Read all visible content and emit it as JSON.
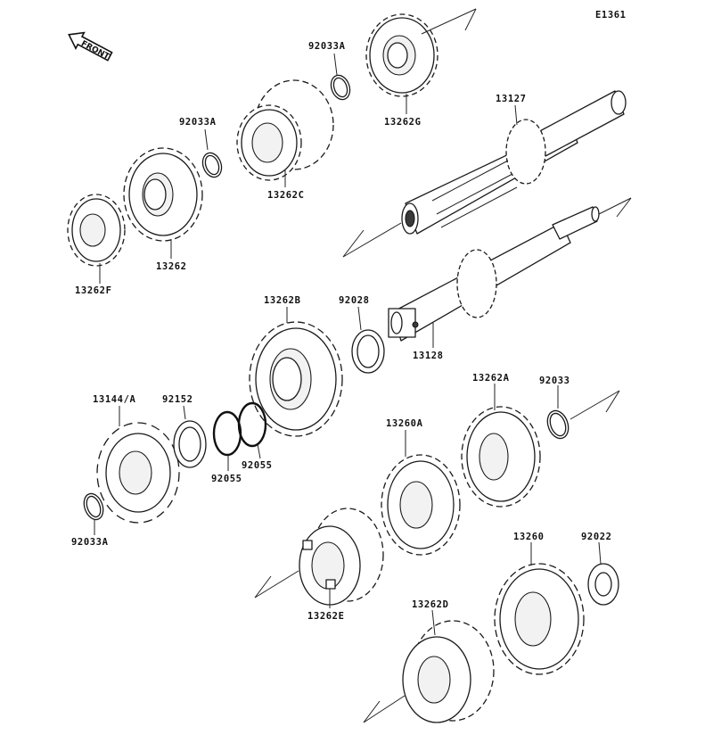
{
  "diagram_id": "E1361",
  "front_badge": "FRONT",
  "labels": {
    "p92033A_top": "92033A",
    "p13262G": "13262G",
    "p13127": "13127",
    "p92033A_mid": "92033A",
    "p13262C": "13262C",
    "p13262": "13262",
    "p13262F": "13262F",
    "p13262B": "13262B",
    "p92028": "92028",
    "p13128": "13128",
    "p13144A": "13144/A",
    "p92152": "92152",
    "p92055_a": "92055",
    "p92055_b": "92055",
    "p92033A_bot": "92033A",
    "p13262A": "13262A",
    "p92033": "92033",
    "p13260A": "13260A",
    "p13262E": "13262E",
    "p13260": "13260",
    "p92022": "92022",
    "p13262D": "13262D"
  }
}
